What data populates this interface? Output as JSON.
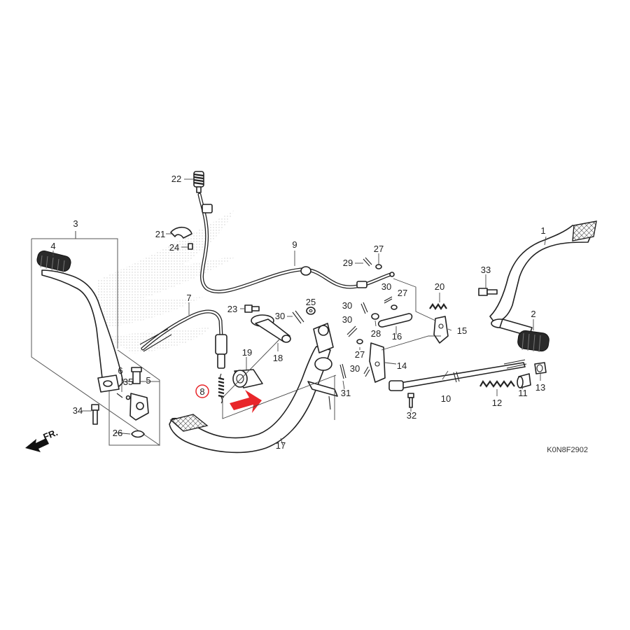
{
  "diagram": {
    "code": "K0N8F2902",
    "direction": "FR.",
    "highlight": {
      "part": "8",
      "color": "#e8262a"
    },
    "colors": {
      "line": "#222222",
      "watermark": "#d8d8d8",
      "highlight": "#e8262a"
    }
  },
  "callouts": [
    {
      "id": "c1",
      "label": "1"
    },
    {
      "id": "c2",
      "label": "2"
    },
    {
      "id": "c3",
      "label": "3"
    },
    {
      "id": "c4",
      "label": "4"
    },
    {
      "id": "c5",
      "label": "5"
    },
    {
      "id": "c6",
      "label": "6"
    },
    {
      "id": "c7",
      "label": "7"
    },
    {
      "id": "c8",
      "label": "8"
    },
    {
      "id": "c9",
      "label": "9"
    },
    {
      "id": "c10",
      "label": "10"
    },
    {
      "id": "c11",
      "label": "11"
    },
    {
      "id": "c12",
      "label": "12"
    },
    {
      "id": "c13",
      "label": "13"
    },
    {
      "id": "c14",
      "label": "14"
    },
    {
      "id": "c15",
      "label": "15"
    },
    {
      "id": "c16",
      "label": "16"
    },
    {
      "id": "c17",
      "label": "17"
    },
    {
      "id": "c18",
      "label": "18"
    },
    {
      "id": "c19",
      "label": "19"
    },
    {
      "id": "c20",
      "label": "20"
    },
    {
      "id": "c21",
      "label": "21"
    },
    {
      "id": "c22",
      "label": "22"
    },
    {
      "id": "c23",
      "label": "23"
    },
    {
      "id": "c24",
      "label": "24"
    },
    {
      "id": "c25",
      "label": "25"
    },
    {
      "id": "c26",
      "label": "26"
    },
    {
      "id": "c27a",
      "label": "27"
    },
    {
      "id": "c27b",
      "label": "27"
    },
    {
      "id": "c27c",
      "label": "27"
    },
    {
      "id": "c28",
      "label": "28"
    },
    {
      "id": "c29",
      "label": "29"
    },
    {
      "id": "c30a",
      "label": "30"
    },
    {
      "id": "c30b",
      "label": "30"
    },
    {
      "id": "c30c",
      "label": "30"
    },
    {
      "id": "c30d",
      "label": "30"
    },
    {
      "id": "c30e",
      "label": "30"
    },
    {
      "id": "c31",
      "label": "31"
    },
    {
      "id": "c32",
      "label": "32"
    },
    {
      "id": "c33",
      "label": "33"
    },
    {
      "id": "c34",
      "label": "34"
    },
    {
      "id": "c35",
      "label": "35"
    }
  ]
}
